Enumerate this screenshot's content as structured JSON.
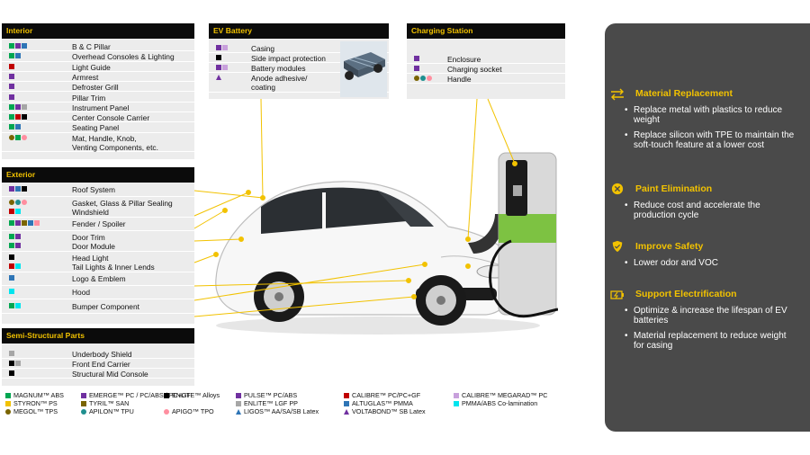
{
  "colors": {
    "purple": "#7030a0",
    "green": "#00a651",
    "blue": "#2e75b6",
    "red": "#c00000",
    "black": "#000000",
    "cyan": "#00e5ee",
    "pink": "#ff8fa0",
    "lavender": "#c8a0dc",
    "olive": "#7a6400",
    "gray": "#a6a6a6",
    "teal": "#1f8f8f",
    "navy": "#1f3b73",
    "yellow": "#f2c200"
  },
  "interior": {
    "title": "Interior",
    "rows": [
      {
        "label": "B & C Pillar",
        "marks": [
          "green",
          "purple",
          "blue"
        ]
      },
      {
        "label": "Overhead Consoles & Lighting",
        "marks": [
          "green",
          "blue"
        ]
      },
      {
        "label": "Light Guide",
        "marks": [
          "red"
        ]
      },
      {
        "label": "Armrest",
        "marks": [
          "purple"
        ]
      },
      {
        "label": "Defroster Grill",
        "marks": [
          "purple"
        ]
      },
      {
        "label": "Pillar Trim",
        "marks": [
          "purple"
        ]
      },
      {
        "label": "Instrument Panel",
        "marks": [
          "green",
          "purple",
          "gray"
        ]
      },
      {
        "label": "Center Console Carrier",
        "marks": [
          "green",
          "red",
          "black"
        ]
      },
      {
        "label": "Seating Panel",
        "marks": [
          "green",
          "blue"
        ]
      },
      {
        "label": "Mat, Handle, Knob,",
        "label2": "Venting Components, etc.",
        "marks": [
          "olive",
          "green",
          "pink"
        ]
      }
    ]
  },
  "exterior": {
    "title": "Exterior",
    "rows": [
      {
        "label": "Roof System",
        "marks": [
          "purple",
          "blue",
          "black"
        ]
      },
      {
        "label": "Gasket, Glass & Pillar Sealing",
        "label2": "Windshield",
        "marks": [
          "olive",
          "teal",
          "pink"
        ],
        "marks2": [
          "red",
          "cyan"
        ]
      },
      {
        "label": "Fender / Spoiler",
        "marks": [
          "green",
          "purple",
          "olive",
          "blue",
          "pink"
        ]
      },
      {
        "label": "Door Trim",
        "label2": "Door Module",
        "marks": [
          "green",
          "purple"
        ],
        "marks2": [
          "green",
          "purple"
        ]
      },
      {
        "label": "Head Light",
        "label2": "Tail Lights & Inner Lends",
        "marks": [
          "black"
        ],
        "marks2": [
          "red",
          "cyan"
        ]
      },
      {
        "label": "Logo & Emblem",
        "marks": [
          "blue"
        ]
      },
      {
        "label": "Hood",
        "marks": [
          "cyan"
        ]
      },
      {
        "label": "Bumper Component",
        "marks": [
          "green",
          "cyan"
        ]
      }
    ]
  },
  "semi": {
    "title": "Semi-Structural Parts",
    "rows": [
      {
        "label": "Underbody Shield",
        "marks": [
          "gray"
        ]
      },
      {
        "label": "Front End Carrier",
        "marks": [
          "black",
          "gray"
        ]
      },
      {
        "label": "Structural Mid Console",
        "marks": [
          "black"
        ]
      }
    ]
  },
  "battery": {
    "title": "EV Battery",
    "rows": [
      {
        "label": "Casing",
        "marks": [
          "purple",
          "lavender"
        ]
      },
      {
        "label": "Side impact protection",
        "marks": [
          "black"
        ]
      },
      {
        "label": "Battery modules",
        "marks": [
          "purple",
          "lavender"
        ]
      },
      {
        "label": "Anode adhesive/",
        "label2": "coating",
        "marks": [
          "tri"
        ]
      }
    ]
  },
  "station": {
    "title": "Charging Station",
    "rows": [
      {
        "label": "Enclosure",
        "marks": [
          "purple"
        ]
      },
      {
        "label": "Charging socket",
        "marks": [
          "purple"
        ]
      },
      {
        "label": "Handle",
        "marks": [
          "olive",
          "teal",
          "pink"
        ]
      }
    ]
  },
  "benefits": [
    {
      "title": "Material Replacement",
      "icon": "swap-arrows-icon",
      "bullets": [
        "Replace metal with plastics to reduce weight",
        "Replace silicon with TPE to maintain the soft-touch feature at a lower cost"
      ]
    },
    {
      "title": "Paint Elimination",
      "icon": "cross-circle-icon",
      "bullets": [
        "Reduce cost and accelerate the production cycle"
      ]
    },
    {
      "title": "Improve Safety",
      "icon": "shield-icon",
      "bullets": [
        "Lower odor and VOC"
      ]
    },
    {
      "title": "Support Electrification",
      "icon": "battery-icon",
      "bullets": [
        "Optimize & increase the lifespan of EV batteries",
        "Material replacement to reduce weight for casing"
      ]
    }
  ],
  "legend": [
    {
      "text": "MAGNUM™ ABS",
      "mark": "green",
      "shape": "sq"
    },
    {
      "text": "STYRON™ PS",
      "mark": "yellow",
      "shape": "sq"
    },
    {
      "text": "MEGOL™ TPS",
      "mark": "olive",
      "shape": "ci"
    },
    {
      "text": "EMERGE™ PC / PC/ABS / PC+GF",
      "mark": "purple",
      "shape": "sq"
    },
    {
      "text": "TYRIL™ SAN",
      "mark": "olive",
      "shape": "sq"
    },
    {
      "text": "APILON™ TPU",
      "mark": "teal",
      "shape": "ci"
    },
    {
      "text": "ENLITE™ Alloys",
      "mark": "black",
      "shape": "sq"
    },
    {
      "text": "APIGO™ TPO",
      "mark": "pink",
      "shape": "ci"
    },
    {
      "text": "PULSE™ PC/ABS",
      "mark": "purple",
      "shape": "sq"
    },
    {
      "text": "ENLITE™ LGF PP",
      "mark": "gray",
      "shape": "sq"
    },
    {
      "text": "LIGOS™ AA/SA/SB Latex",
      "mark": "blue",
      "shape": "tri"
    },
    {
      "text": "CALIBRE™ PC/PC+GF",
      "mark": "red",
      "shape": "sq"
    },
    {
      "text": "ALTUGLAS™ PMMA",
      "mark": "blue",
      "shape": "sq"
    },
    {
      "text": "VOLTABOND™ SB Latex",
      "mark": "purple",
      "shape": "tri"
    },
    {
      "text": "CALIBRE™ MEGARAD™ PC",
      "mark": "lavender",
      "shape": "sq"
    },
    {
      "text": "PMMA/ABS Co-lamination",
      "mark": "cyan",
      "shape": "sq"
    }
  ]
}
